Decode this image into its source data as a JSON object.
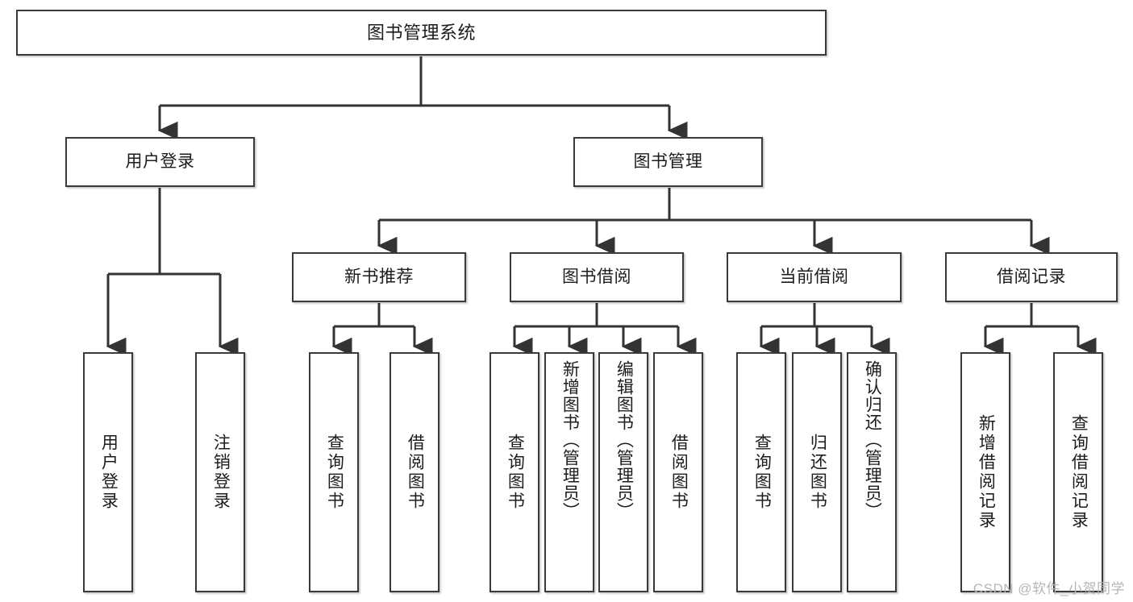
{
  "diagram": {
    "title": "图书管理系统",
    "watermark": "CSDN @软件_小贺同学",
    "colors": {
      "box_border": "#3a3a3a",
      "box_fill": "#ffffff",
      "connector": "#333333",
      "background": "#ffffff",
      "watermark": "#b6b6b6"
    },
    "root": {
      "label": "图书管理系统"
    },
    "level2": [
      {
        "label": "用户登录"
      },
      {
        "label": "图书管理"
      }
    ],
    "level3": [
      {
        "label": "新书推荐"
      },
      {
        "label": "图书借阅"
      },
      {
        "label": "当前借阅"
      },
      {
        "label": "借阅记录"
      }
    ],
    "leaves": [
      {
        "label": "用户登录",
        "parent": "用户登录"
      },
      {
        "label": "注销登录",
        "parent": "用户登录"
      },
      {
        "label": "查询图书",
        "parent": "新书推荐"
      },
      {
        "label": "借阅图书",
        "parent": "新书推荐"
      },
      {
        "label": "查询图书",
        "parent": "图书借阅"
      },
      {
        "label": "新增图书（管理员）",
        "parent": "图书借阅"
      },
      {
        "label": "编辑图书（管理员）",
        "parent": "图书借阅"
      },
      {
        "label": "借阅图书",
        "parent": "图书借阅"
      },
      {
        "label": "查询图书",
        "parent": "当前借阅"
      },
      {
        "label": "归还图书",
        "parent": "当前借阅"
      },
      {
        "label": "确认归还（管理员）",
        "parent": "当前借阅"
      },
      {
        "label": "新增借阅记录",
        "parent": "借阅记录"
      },
      {
        "label": "查询借阅记录",
        "parent": "借阅记录"
      }
    ]
  }
}
